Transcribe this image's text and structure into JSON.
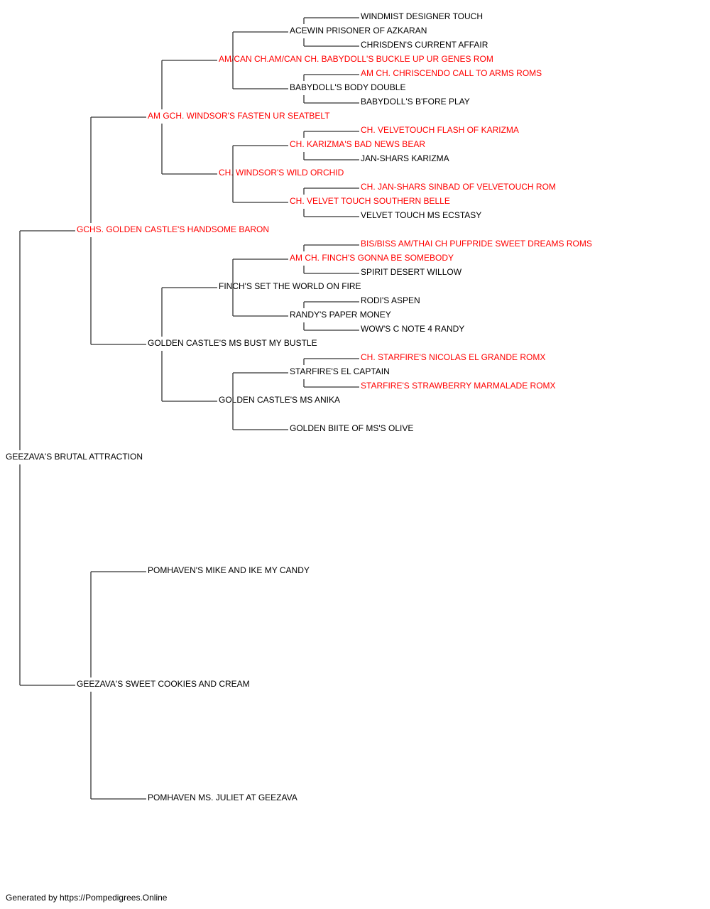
{
  "colors": {
    "champion": "#ff0000",
    "normal": "#000000",
    "line": "#333333"
  },
  "pedigree": {
    "name": "GEEZAVA'S BRUTAL ATTRACTION",
    "champion": false,
    "sire": {
      "name": "GCHS. GOLDEN CASTLE'S HANDSOME BARON",
      "champion": true,
      "sire": {
        "name": "AM GCH. WINDSOR'S FASTEN UR SEATBELT",
        "champion": true,
        "sire": {
          "name": "AM/CAN CH.AM/CAN CH. BABYDOLL'S BUCKLE UP UR GENES ROM",
          "champion": true,
          "sire": {
            "name": "ACEWIN PRISONER OF AZKARAN",
            "champion": false,
            "sire": {
              "name": "WINDMIST DESIGNER TOUCH",
              "champion": false
            },
            "dam": {
              "name": "CHRISDEN'S CURRENT AFFAIR",
              "champion": false
            }
          },
          "dam": {
            "name": "BABYDOLL'S BODY DOUBLE",
            "champion": false,
            "sire": {
              "name": "AM CH. CHRISCENDO CALL TO ARMS ROMS",
              "champion": true
            },
            "dam": {
              "name": "BABYDOLL'S B'FORE PLAY",
              "champion": false
            }
          }
        },
        "dam": {
          "name": "CH. WINDSOR'S WILD ORCHID",
          "champion": true,
          "sire": {
            "name": "CH. KARIZMA'S BAD NEWS BEAR",
            "champion": true,
            "sire": {
              "name": "CH. VELVETOUCH FLASH OF KARIZMA",
              "champion": true
            },
            "dam": {
              "name": "JAN-SHARS KARIZMA",
              "champion": false
            }
          },
          "dam": {
            "name": "CH. VELVET TOUCH SOUTHERN BELLE",
            "champion": true,
            "sire": {
              "name": "CH. JAN-SHARS SINBAD OF VELVETOUCH ROM",
              "champion": true
            },
            "dam": {
              "name": "VELVET TOUCH MS ECSTASY",
              "champion": false
            }
          }
        }
      },
      "dam": {
        "name": "GOLDEN CASTLE'S MS BUST MY BUSTLE",
        "champion": false,
        "sire": {
          "name": "FINCH'S SET THE WORLD ON FIRE",
          "champion": false,
          "sire": {
            "name": "AM CH. FINCH'S GONNA BE SOMEBODY",
            "champion": true,
            "sire": {
              "name": "BIS/BISS AM/THAI CH PUFPRIDE SWEET DREAMS ROMS",
              "champion": true
            },
            "dam": {
              "name": "SPIRIT DESERT WILLOW",
              "champion": false
            }
          },
          "dam": {
            "name": "RANDY'S PAPER MONEY",
            "champion": false,
            "sire": {
              "name": "RODI'S ASPEN",
              "champion": false
            },
            "dam": {
              "name": "WOW'S C NOTE 4 RANDY",
              "champion": false
            }
          }
        },
        "dam": {
          "name": "GOLDEN CASTLE'S MS ANIKA",
          "champion": false,
          "sire": {
            "name": "STARFIRE'S EL CAPTAIN",
            "champion": false,
            "sire": {
              "name": "CH. STARFIRE'S NICOLAS EL GRANDE ROMX",
              "champion": true
            },
            "dam": {
              "name": "STARFIRE'S STRAWBERRY MARMALADE ROMX",
              "champion": true
            }
          },
          "dam": {
            "name": "GOLDEN BIITE OF MS'S OLIVE",
            "champion": false
          }
        }
      }
    },
    "dam": {
      "name": "GEEZAVA'S SWEET COOKIES AND CREAM",
      "champion": false,
      "sire": {
        "name": "POMHAVEN'S MIKE AND IKE MY CANDY",
        "champion": false
      },
      "dam": {
        "name": "POMHAVEN MS. JULIET AT GEEZAVA",
        "champion": false
      }
    }
  },
  "footer": {
    "text": "Generated by https://Pompedigrees.Online"
  }
}
